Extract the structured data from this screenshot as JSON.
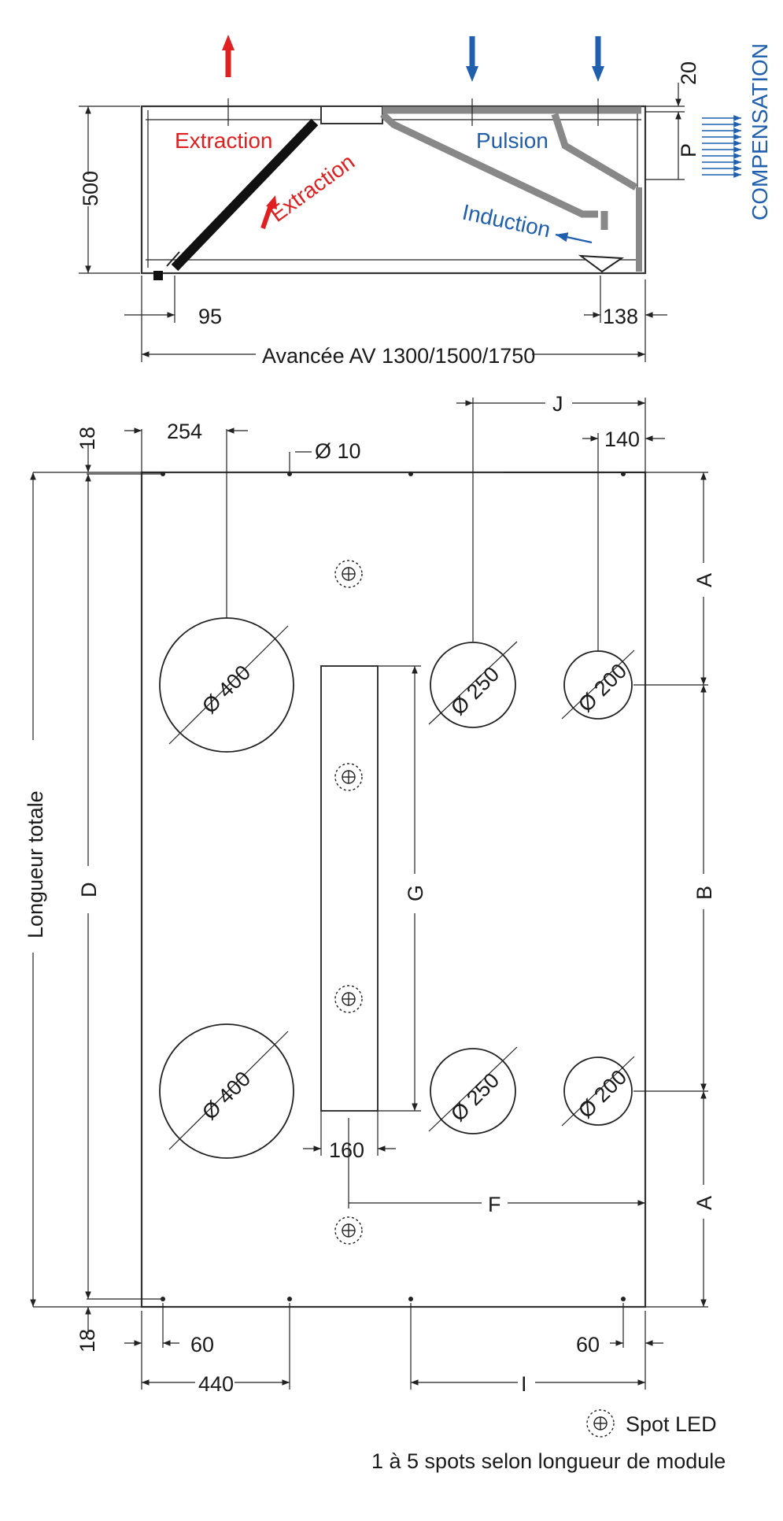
{
  "section": {
    "label_extraction_top": "Extraction",
    "label_extraction_diag": "Extraction",
    "label_pulsion": "Pulsion",
    "label_induction": "Induction",
    "label_compensation": "COMPENSATION",
    "dim_height": "500",
    "dim_top": "20",
    "dim_p": "P",
    "dim_left": "95",
    "dim_right": "138",
    "dim_avancee": "Avancée AV 1300/1500/1750"
  },
  "plan": {
    "dim_254": "254",
    "dim_phi10": "Ø 10",
    "dim_j": "J",
    "dim_140": "140",
    "dim_18_top": "18",
    "dim_18_bottom": "18",
    "dim_a_top": "A",
    "dim_b": "B",
    "dim_a_bottom": "A",
    "dim_d": "D",
    "dim_g": "G",
    "dim_f": "F",
    "dim_i": "I",
    "dim_160": "160",
    "dim_60_left": "60",
    "dim_60_right": "60",
    "dim_440": "440",
    "label_longueur": "Longueur totale",
    "circles": {
      "c400_top": "Ø 400",
      "c400_bottom": "Ø 400",
      "c250_top": "Ø 250",
      "c250_bottom": "Ø 250",
      "c200_top": "Ø 200",
      "c200_bottom": "Ø 200"
    }
  },
  "legend": {
    "spot_label": "Spot LED",
    "note": "1 à 5 spots selon longueur de module"
  },
  "colors": {
    "extraction": "#e02020",
    "supply": "#1f5fae",
    "line": "#222222"
  }
}
